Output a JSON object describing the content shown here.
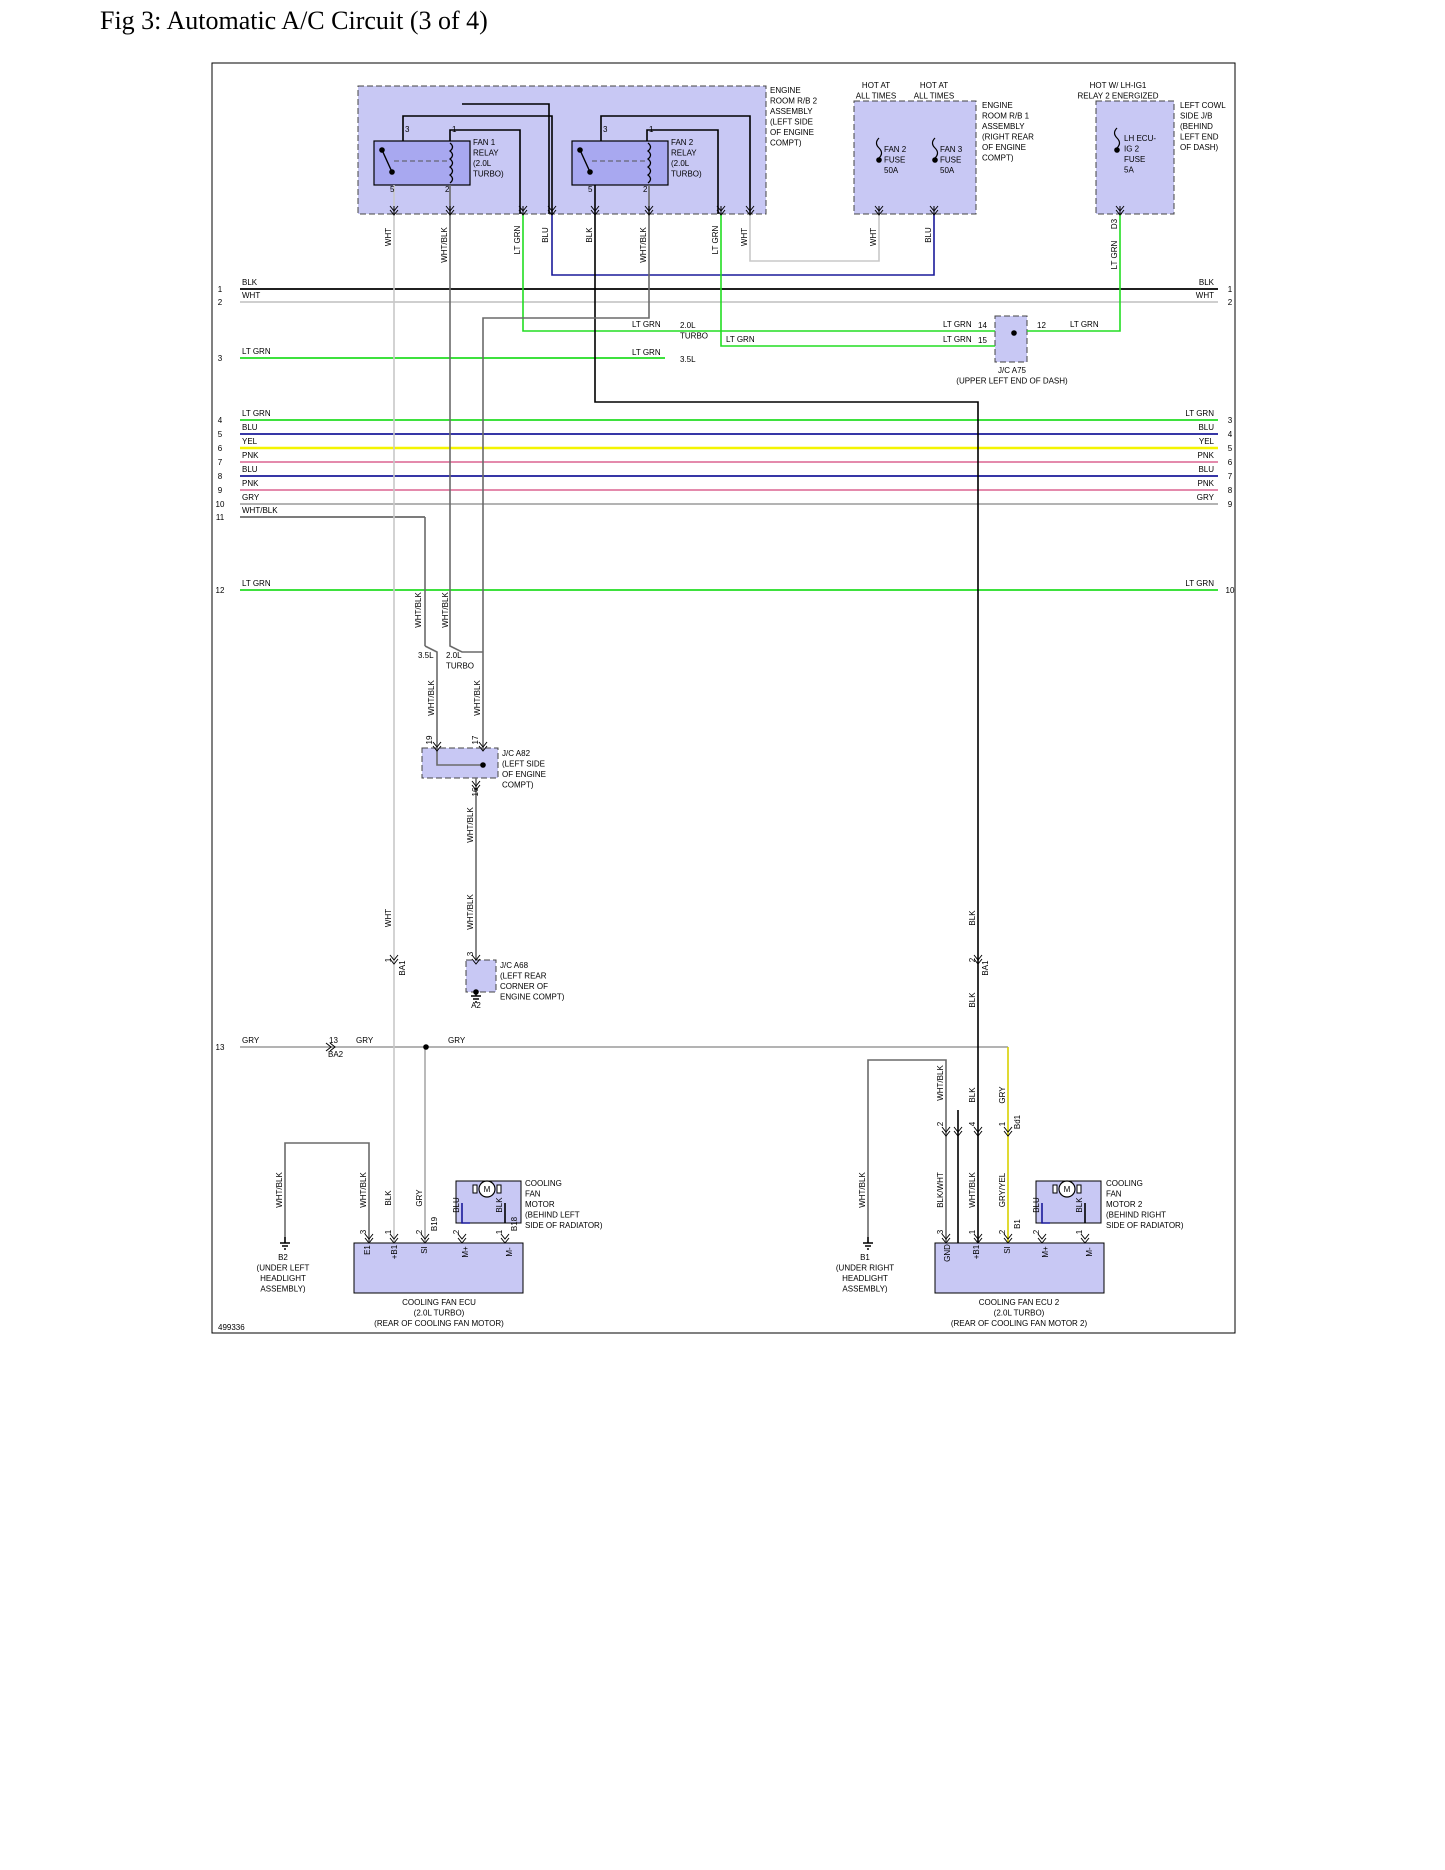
{
  "title": "Fig 3: Automatic A/C Circuit (3 of 4)",
  "figure_id": "499336",
  "colors": {
    "BLK": "#000000",
    "WHT": "#c8c8c8",
    "LT GRN": "#22dd22",
    "BLU": "#1a1a9a",
    "YEL": "#f4f400",
    "PNK": "#e07aa0",
    "GRY": "#a8a8a8",
    "WHT/BLK": "#6a6a6a",
    "GRY/YEL": "#d8d000",
    "component_fill": "#c8c8f4",
    "relay_fill": "#a8a8f0"
  },
  "boxes": {
    "rb2": "ENGINE\nROOM R/B 2\nASSEMBLY\n(LEFT SIDE\nOF ENGINE\nCOMPT)",
    "rb1": "ENGINE\nROOM R/B 1\nASSEMBLY\n(RIGHT REAR\nOF ENGINE\nCOMPT)",
    "cowl": "LEFT COWL\nSIDE J/B\n(BEHIND\nLEFT END\nOF DASH)",
    "hot1": "HOT AT\nALL TIMES",
    "hot2": "HOT AT\nALL TIMES",
    "hot3": "HOT W/ LH-IG1\nRELAY 2 ENERGIZED",
    "relay1": "FAN 1\nRELAY\n(2.0L\nTURBO)",
    "relay2": "FAN 2\nRELAY\n(2.0L\nTURBO)",
    "fuse2": "FAN 2\nFUSE\n50A",
    "fuse3": "FAN 3\nFUSE\n50A",
    "fuse_lh": "LH ECU-\nIG 2\nFUSE\n5A",
    "jca75": "J/C A75\n(UPPER LEFT END OF DASH)",
    "jca82": "J/C A82\n(LEFT SIDE\nOF ENGINE\nCOMPT)",
    "jca68": "J/C A68\n(LEFT REAR\nCORNER OF\nENGINE COMPT)",
    "motor1": "COOLING\nFAN\nMOTOR\n(BEHIND LEFT\nSIDE OF RADIATOR)",
    "motor2": "COOLING\nFAN\nMOTOR 2\n(BEHIND RIGHT\nSIDE OF RADIATOR)",
    "ecu1": "COOLING FAN ECU\n(2.0L TURBO)\n(REAR OF COOLING FAN MOTOR)",
    "ecu2": "COOLING FAN ECU 2\n(2.0L TURBO)\n(REAR OF COOLING FAN MOTOR 2)",
    "gnd_b2": "B2\n(UNDER LEFT\nHEADLIGHT\nASSEMBLY)",
    "gnd_b1": "B1\n(UNDER RIGHT\nHEADLIGHT\nASSEMBLY)"
  },
  "buses": [
    {
      "left": "1",
      "label": "BLK",
      "color": "BLK",
      "right": "1",
      "rlabel": "BLK"
    },
    {
      "left": "2",
      "label": "WHT",
      "color": "WHT",
      "right": "2",
      "rlabel": "WHT"
    },
    {
      "left": "3",
      "label": "LT GRN",
      "color": "LT GRN",
      "right": "",
      "rlabel": ""
    },
    {
      "left": "4",
      "label": "LT GRN",
      "color": "LT GRN",
      "right": "3",
      "rlabel": "LT GRN"
    },
    {
      "left": "5",
      "label": "BLU",
      "color": "BLU",
      "right": "4",
      "rlabel": "BLU"
    },
    {
      "left": "6",
      "label": "YEL",
      "color": "YEL",
      "right": "5",
      "rlabel": "YEL"
    },
    {
      "left": "7",
      "label": "PNK",
      "color": "PNK",
      "right": "6",
      "rlabel": "PNK"
    },
    {
      "left": "8",
      "label": "BLU",
      "color": "BLU",
      "right": "7",
      "rlabel": "BLU"
    },
    {
      "left": "9",
      "label": "PNK",
      "color": "PNK",
      "right": "8",
      "rlabel": "PNK"
    },
    {
      "left": "10",
      "label": "GRY",
      "color": "GRY",
      "right": "9",
      "rlabel": "GRY"
    },
    {
      "left": "11",
      "label": "WHT/BLK",
      "color": "WHT/BLK",
      "right": "",
      "rlabel": ""
    },
    {
      "left": "12",
      "label": "LT GRN",
      "color": "LT GRN",
      "right": "10",
      "rlabel": "LT GRN"
    },
    {
      "left": "13",
      "label": "GRY",
      "color": "GRY",
      "right": "",
      "rlabel": ""
    }
  ],
  "labels": {
    "wire_wht": "WHT",
    "wire_blk": "BLK",
    "wire_whtblk": "WHT/BLK",
    "wire_ltgrn": "LT GRN",
    "wire_blu": "BLU",
    "wire_gry": "GRY",
    "wire_blkwht": "BLK/WHT",
    "wire_gryyel": "GRY/YEL",
    "turbo_20": "2.0L\nTURBO",
    "l_35": "3.5L",
    "l_20": "2.0L\nTURBO",
    "pin_1": "1",
    "pin_2": "2",
    "pin_3": "3",
    "pin_4": "4",
    "pin_5": "5",
    "pin_12": "12",
    "pin_13": "13",
    "pin_14": "14",
    "pin_15": "15",
    "pin_16": "16",
    "pin_17": "17",
    "pin_19": "19",
    "conn_d3": "D3",
    "conn_ba1": "BA1",
    "conn_ba2": "BA2",
    "conn_bd1": "Bd1",
    "conn_b19": "B19",
    "conn_b18": "B18",
    "conn_b1b": "B1",
    "conn_a2": "A2",
    "ecu_e1": "E1",
    "ecu_b1": "+B1",
    "ecu_si": "SI",
    "ecu_mp": "M+",
    "ecu_mm": "M-",
    "ecu_gnd": "GND",
    "motor_m": "M"
  }
}
